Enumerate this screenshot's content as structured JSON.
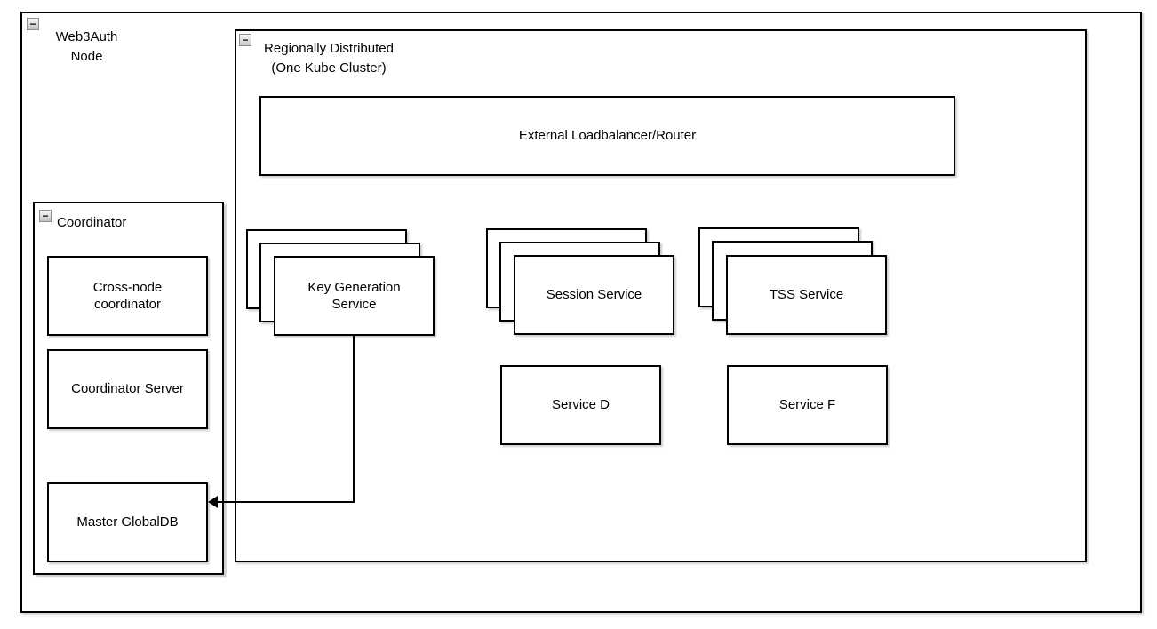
{
  "diagram": {
    "containers": {
      "web3auth_node": {
        "label": "Web3Auth\nNode"
      },
      "regional_cluster": {
        "label": "Regionally Distributed\n(One Kube Cluster)"
      },
      "coordinator": {
        "label": "Coordinator"
      }
    },
    "nodes": {
      "external_loadbalancer": {
        "label": "External Loadbalancer/Router"
      },
      "key_generation_service": {
        "label": "Key Generation\nService",
        "stacked": true,
        "stack_count": 3
      },
      "session_service": {
        "label": "Session Service",
        "stacked": true,
        "stack_count": 3
      },
      "tss_service": {
        "label": "TSS Service",
        "stacked": true,
        "stack_count": 3
      },
      "service_d": {
        "label": "Service D"
      },
      "service_f": {
        "label": "Service F"
      },
      "cross_node_coordinator": {
        "label": "Cross-node\ncoordinator"
      },
      "coordinator_server": {
        "label": "Coordinator Server"
      },
      "master_globaldb": {
        "label": "Master GlobalDB"
      }
    },
    "icons": {
      "collapse_glyph": "−"
    },
    "connections": [
      {
        "from": "key_generation_service",
        "to": "master_globaldb",
        "style": "orthogonal",
        "arrowhead": "left"
      }
    ],
    "colors": {
      "shape_border": "#000000",
      "shape_fill": "#ffffff",
      "text": "#000000",
      "shadow": "#d8d8d8",
      "collapse_border": "#8f8f8f"
    }
  }
}
